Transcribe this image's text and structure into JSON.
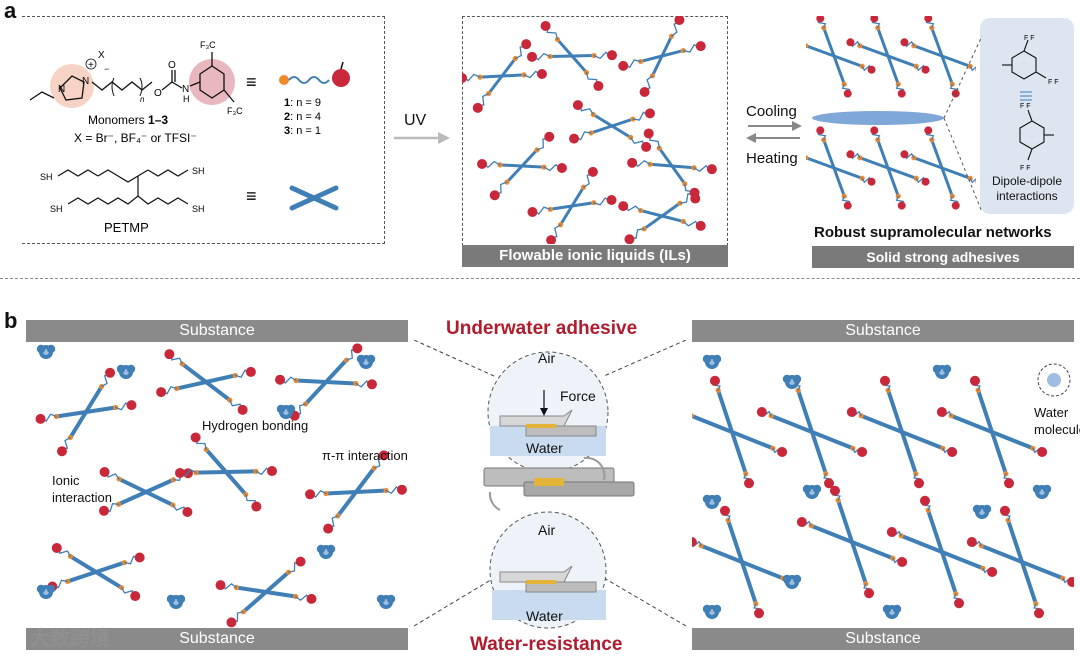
{
  "panel_a": {
    "letter": "a",
    "monomer": {
      "counter_ion_label": "X",
      "plus": "+",
      "minus": "−",
      "n_label": "n",
      "o_label": "O",
      "nh_label": "N\nH",
      "cf3": "F₃C",
      "caption_prefix": "Monomers ",
      "caption_bold": "1–3",
      "x_def": "X = Br⁻, BF₄⁻ or TFSI⁻",
      "n_values": [
        {
          "num": "1",
          "text": ": n = 9"
        },
        {
          "num": "2",
          "text": ": n = 4"
        },
        {
          "num": "3",
          "text": ": n = 1"
        }
      ],
      "equiv": "≡"
    },
    "crosslinker": {
      "name": "PETMP",
      "sh": "SH",
      "equiv": "≡"
    },
    "uv_label": "UV",
    "middle_box_caption": "Flowable ionic liquids (ILs)",
    "cooling": "Cooling",
    "heating": "Heating",
    "right_title": "Robust supramolecular networks",
    "right_caption": "Solid strong adhesives",
    "dipole_label": "Dipole-dipole\ninteractions"
  },
  "panel_b": {
    "letter": "b",
    "left": {
      "top_substance": "Substance",
      "bottom_substance": "Substance",
      "hydrogen_bonding": "Hydrogen bonding",
      "pi_pi": "π-π interaction",
      "ionic": "Ionic\ninteraction"
    },
    "center": {
      "underwater": "Underwater adhesive",
      "water_resistance": "Water-resistance",
      "air_top": "Air",
      "force": "Force",
      "water_top": "Water",
      "air_bottom": "Air",
      "water_bottom": "Water"
    },
    "right": {
      "top_substance": "Substance",
      "bottom_substance": "Substance",
      "water_molecule": "Water\nmolecule"
    }
  },
  "watermark": "大数跨境",
  "colors": {
    "network_blue": "#3f7fb6",
    "red_bead": "#c8283a",
    "orange_joint": "#f08a2c",
    "water_blue": "#9fbde0",
    "title_red": "#b01c2e",
    "substance_gray": "#8a8a8a",
    "caption_gray": "#7a7a7a",
    "dipole_panel_bg": "#dde6f0",
    "ellipse_blue": "#7fa8d8"
  }
}
